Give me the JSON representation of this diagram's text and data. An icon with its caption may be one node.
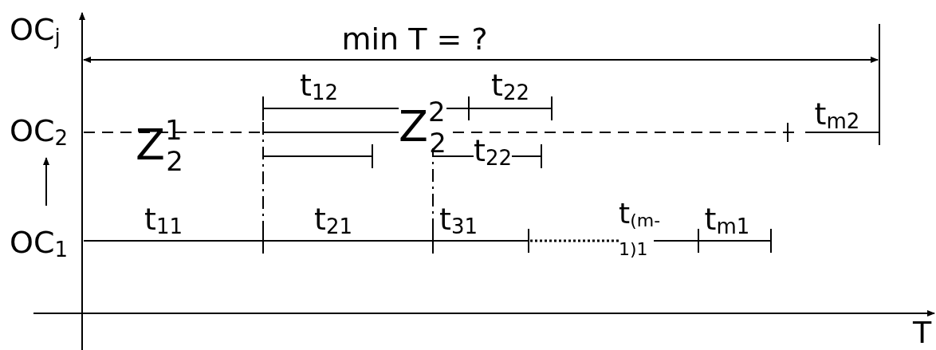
{
  "diagram": {
    "labels": [
      "OC$_{j}$",
      "min T = ?",
      "t$_{12}$",
      "t$_{22}$",
      "OC$_{2}$",
      "Z$^{1}$$_{2}$",
      "Z$^{2}$$_{2}$",
      "t$_{22}$",
      "t$_{m2}$",
      "t$_{11}$",
      "t$_{21}$",
      "t$_{31}$",
      "t$_{(m-1)1}$",
      "t$_{m1}$",
      "OC$_{1}$",
      "T"
    ]
  }
}
